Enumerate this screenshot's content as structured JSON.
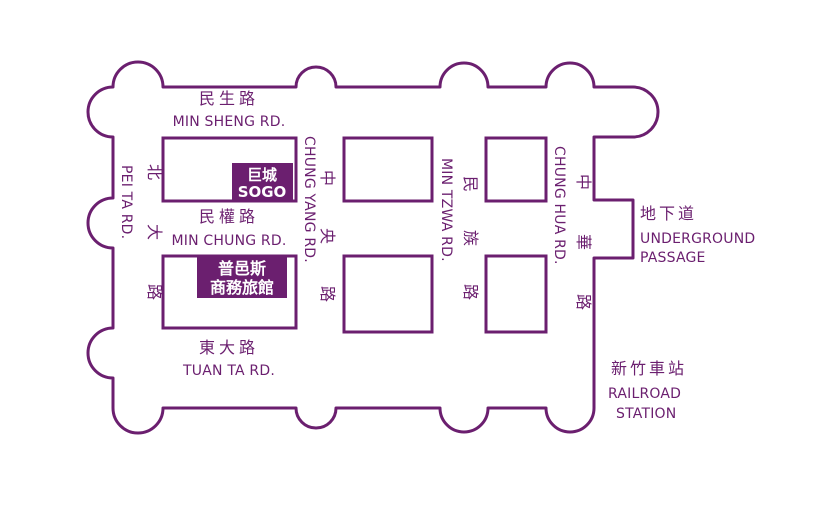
{
  "colors": {
    "ink": "#6b1f6f",
    "paper": "#ffffff"
  },
  "streets": {
    "min_sheng": {
      "zh": "民生路",
      "en": "MIN SHENG RD."
    },
    "min_chung": {
      "zh": "民權路",
      "en": "MIN CHUNG RD."
    },
    "tuan_ta": {
      "zh": "東大路",
      "en": "TUAN TA RD."
    },
    "pei_ta": {
      "zh": "北大路",
      "en": "PEI TA RD."
    },
    "chung_yang": {
      "zh": "中央路",
      "en": "CHUNG YANG RD."
    },
    "min_tzwa": {
      "zh": "民族路",
      "en": "MIN TZWA RD."
    },
    "chung_hua": {
      "zh": "中華路",
      "en": "CHUNG HUA RD."
    }
  },
  "landmarks": {
    "sogo": {
      "zh": "巨城",
      "en": "SOGO"
    },
    "hotel": {
      "line1": "普邑斯",
      "line2": "商務旅館"
    },
    "underground": {
      "zh": "地下道",
      "en1": "UNDERGROUND",
      "en2": "PASSAGE"
    },
    "railroad": {
      "zh": "新竹車站",
      "en1": "RAILROAD",
      "en2": "STATION"
    }
  }
}
